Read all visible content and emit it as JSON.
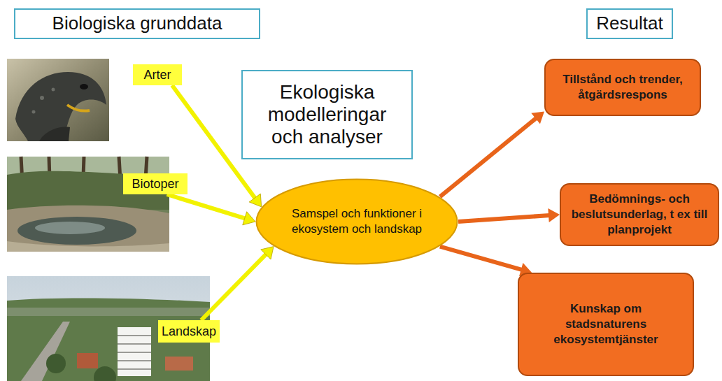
{
  "diagram": {
    "nodes": [
      {
        "text": [
          "Biologiska grunddata"
        ]
      },
      {
        "text": [
          "Arter"
        ]
      },
      {
        "text": [
          "Biotoper"
        ]
      },
      {
        "text": [
          "Landskap"
        ]
      },
      {
        "text": [
          "Ekologiska modelleringar och analyser"
        ]
      },
      {
        "text": [
          "Samspel och funktioner i ekosystem och landskap"
        ]
      },
      {
        "text": [
          "Resultat"
        ]
      },
      {
        "text": [
          "Tillstånd och trender, åtgärdsrespons"
        ]
      },
      {
        "text": [
          "Bedömnings- och beslutsunderlag, t ex till planprojekt"
        ]
      },
      {
        "text": [
          "Kunskap om stadsnaturens ekosystemtjänster"
        ]
      }
    ],
    "edges": [
      {
        "from": 1,
        "to": 5,
        "arrow": "to"
      },
      {
        "from": 2,
        "to": 5,
        "arrow": "to"
      },
      {
        "from": 3,
        "to": 5,
        "arrow": "to"
      },
      {
        "from": 5,
        "to": 7,
        "arrow": "to"
      },
      {
        "from": 5,
        "to": 8,
        "arrow": "to"
      },
      {
        "from": 5,
        "to": 9,
        "arrow": "to"
      }
    ]
  }
}
